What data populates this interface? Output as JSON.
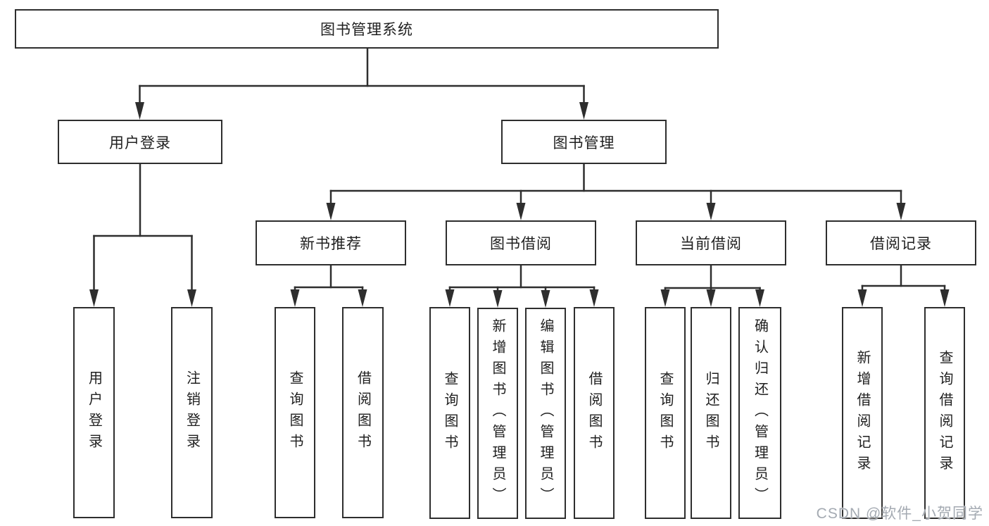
{
  "nodes": {
    "root": "图书管理系统",
    "user_login": "用户登录",
    "book_mgmt": "图书管理",
    "new_book_rec": "新书推荐",
    "book_borrow": "图书借阅",
    "current_borrow": "当前借阅",
    "borrow_records": "借阅记录",
    "ul_user_login": "用户登录",
    "ul_logout": "注销登录",
    "nb_query_book": "查询图书",
    "nb_borrow_book": "借阅图书",
    "bb_query_book": "查询图书",
    "bb_add_book": "新增图书（管理员）",
    "bb_edit_book": "编辑图书（管理员）",
    "bb_borrow_book": "借阅图书",
    "cb_query_book": "查询图书",
    "cb_return_book": "归还图书",
    "cb_confirm_return": "确认归还（管理员）",
    "br_add_record": "新增借阅记录",
    "br_query_record": "查询借阅记录"
  },
  "watermark": "CSDN @软件_小贺同学",
  "colors": {
    "line": "#2e2e2e",
    "text": "#1f1f1f",
    "watermark": "#9aa1aa",
    "background": "#ffffff"
  }
}
